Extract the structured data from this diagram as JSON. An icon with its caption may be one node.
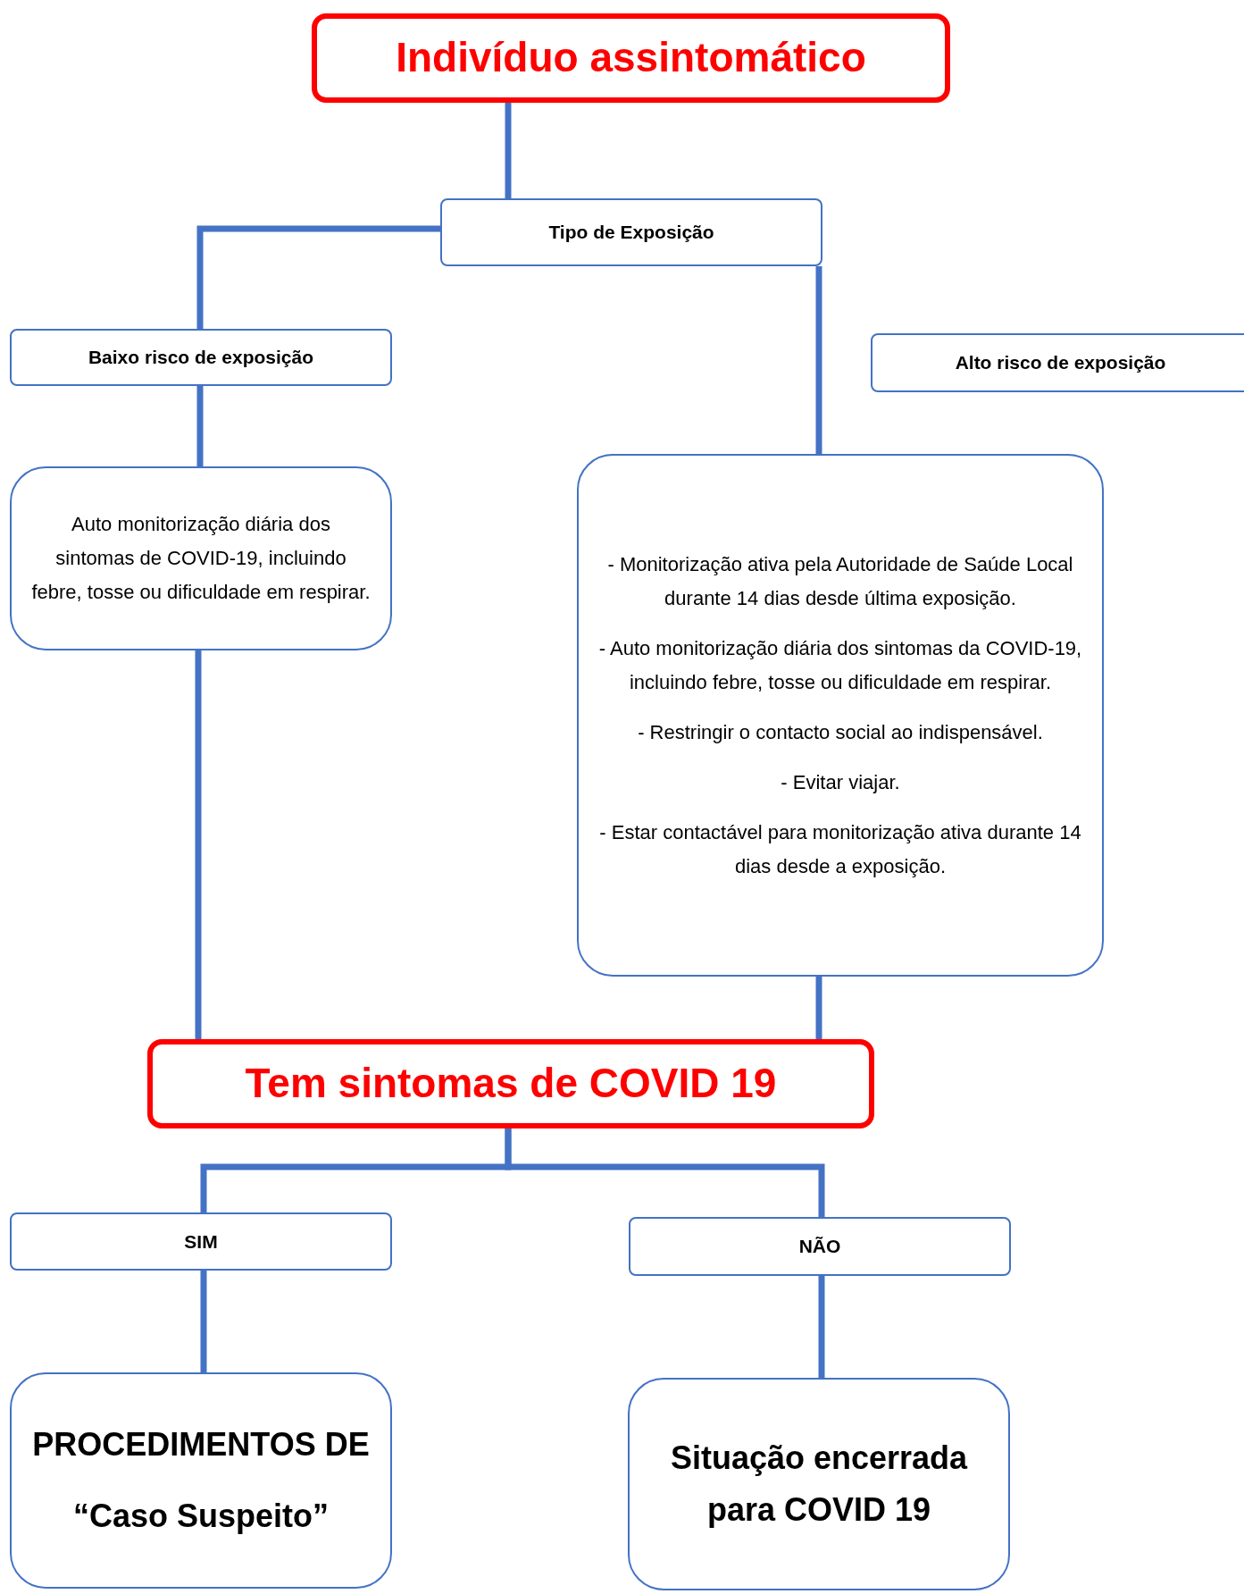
{
  "diagram": {
    "nodes": [
      {
        "text": [
          "Indivíduo assintomático"
        ]
      },
      {
        "text": [
          "Tipo de Exposição"
        ]
      },
      {
        "text": [
          "Baixo risco de exposição"
        ]
      },
      {
        "text": [
          "Alto risco de exposição"
        ]
      },
      {
        "text": [
          "Auto monitorização diária dos sintomas de COVID-19, incluindo febre, tosse ou dificuldade em respirar."
        ]
      },
      {
        "text": [
          "- Monitorização ativa pela Autoridade de Saúde Local durante 14 dias desde última exposição.",
          "- Auto monitorização diária dos sintomas da COVID-19, incluindo febre, tosse ou dificuldade em respirar.",
          "- Restringir o contacto social ao indispensável.",
          "- Evitar viajar.",
          "- Estar contactável para monitorização ativa durante 14 dias desde a exposição."
        ]
      },
      {
        "text": [
          "Tem sintomas de COVID 19"
        ]
      },
      {
        "text": [
          "SIM"
        ]
      },
      {
        "text": [
          "NÃO"
        ]
      },
      {
        "text": [
          "PROCEDIMENTOS DE",
          "“Caso Suspeito”"
        ]
      },
      {
        "text": [
          "Situação encerrada para COVID 19"
        ]
      }
    ],
    "edges": [
      {
        "from": 0,
        "to": 1,
        "arrow": "none"
      },
      {
        "from": 1,
        "to": 2,
        "arrow": "none"
      },
      {
        "from": 1,
        "to": 5,
        "arrow": "none"
      },
      {
        "from": 2,
        "to": 4,
        "arrow": "none"
      },
      {
        "from": 4,
        "to": 6,
        "arrow": "none"
      },
      {
        "from": 5,
        "to": 6,
        "arrow": "none"
      },
      {
        "from": 6,
        "to": 7,
        "arrow": "none"
      },
      {
        "from": 6,
        "to": 8,
        "arrow": "none"
      },
      {
        "from": 7,
        "to": 9,
        "arrow": "none"
      },
      {
        "from": 8,
        "to": 10,
        "arrow": "none"
      }
    ]
  }
}
